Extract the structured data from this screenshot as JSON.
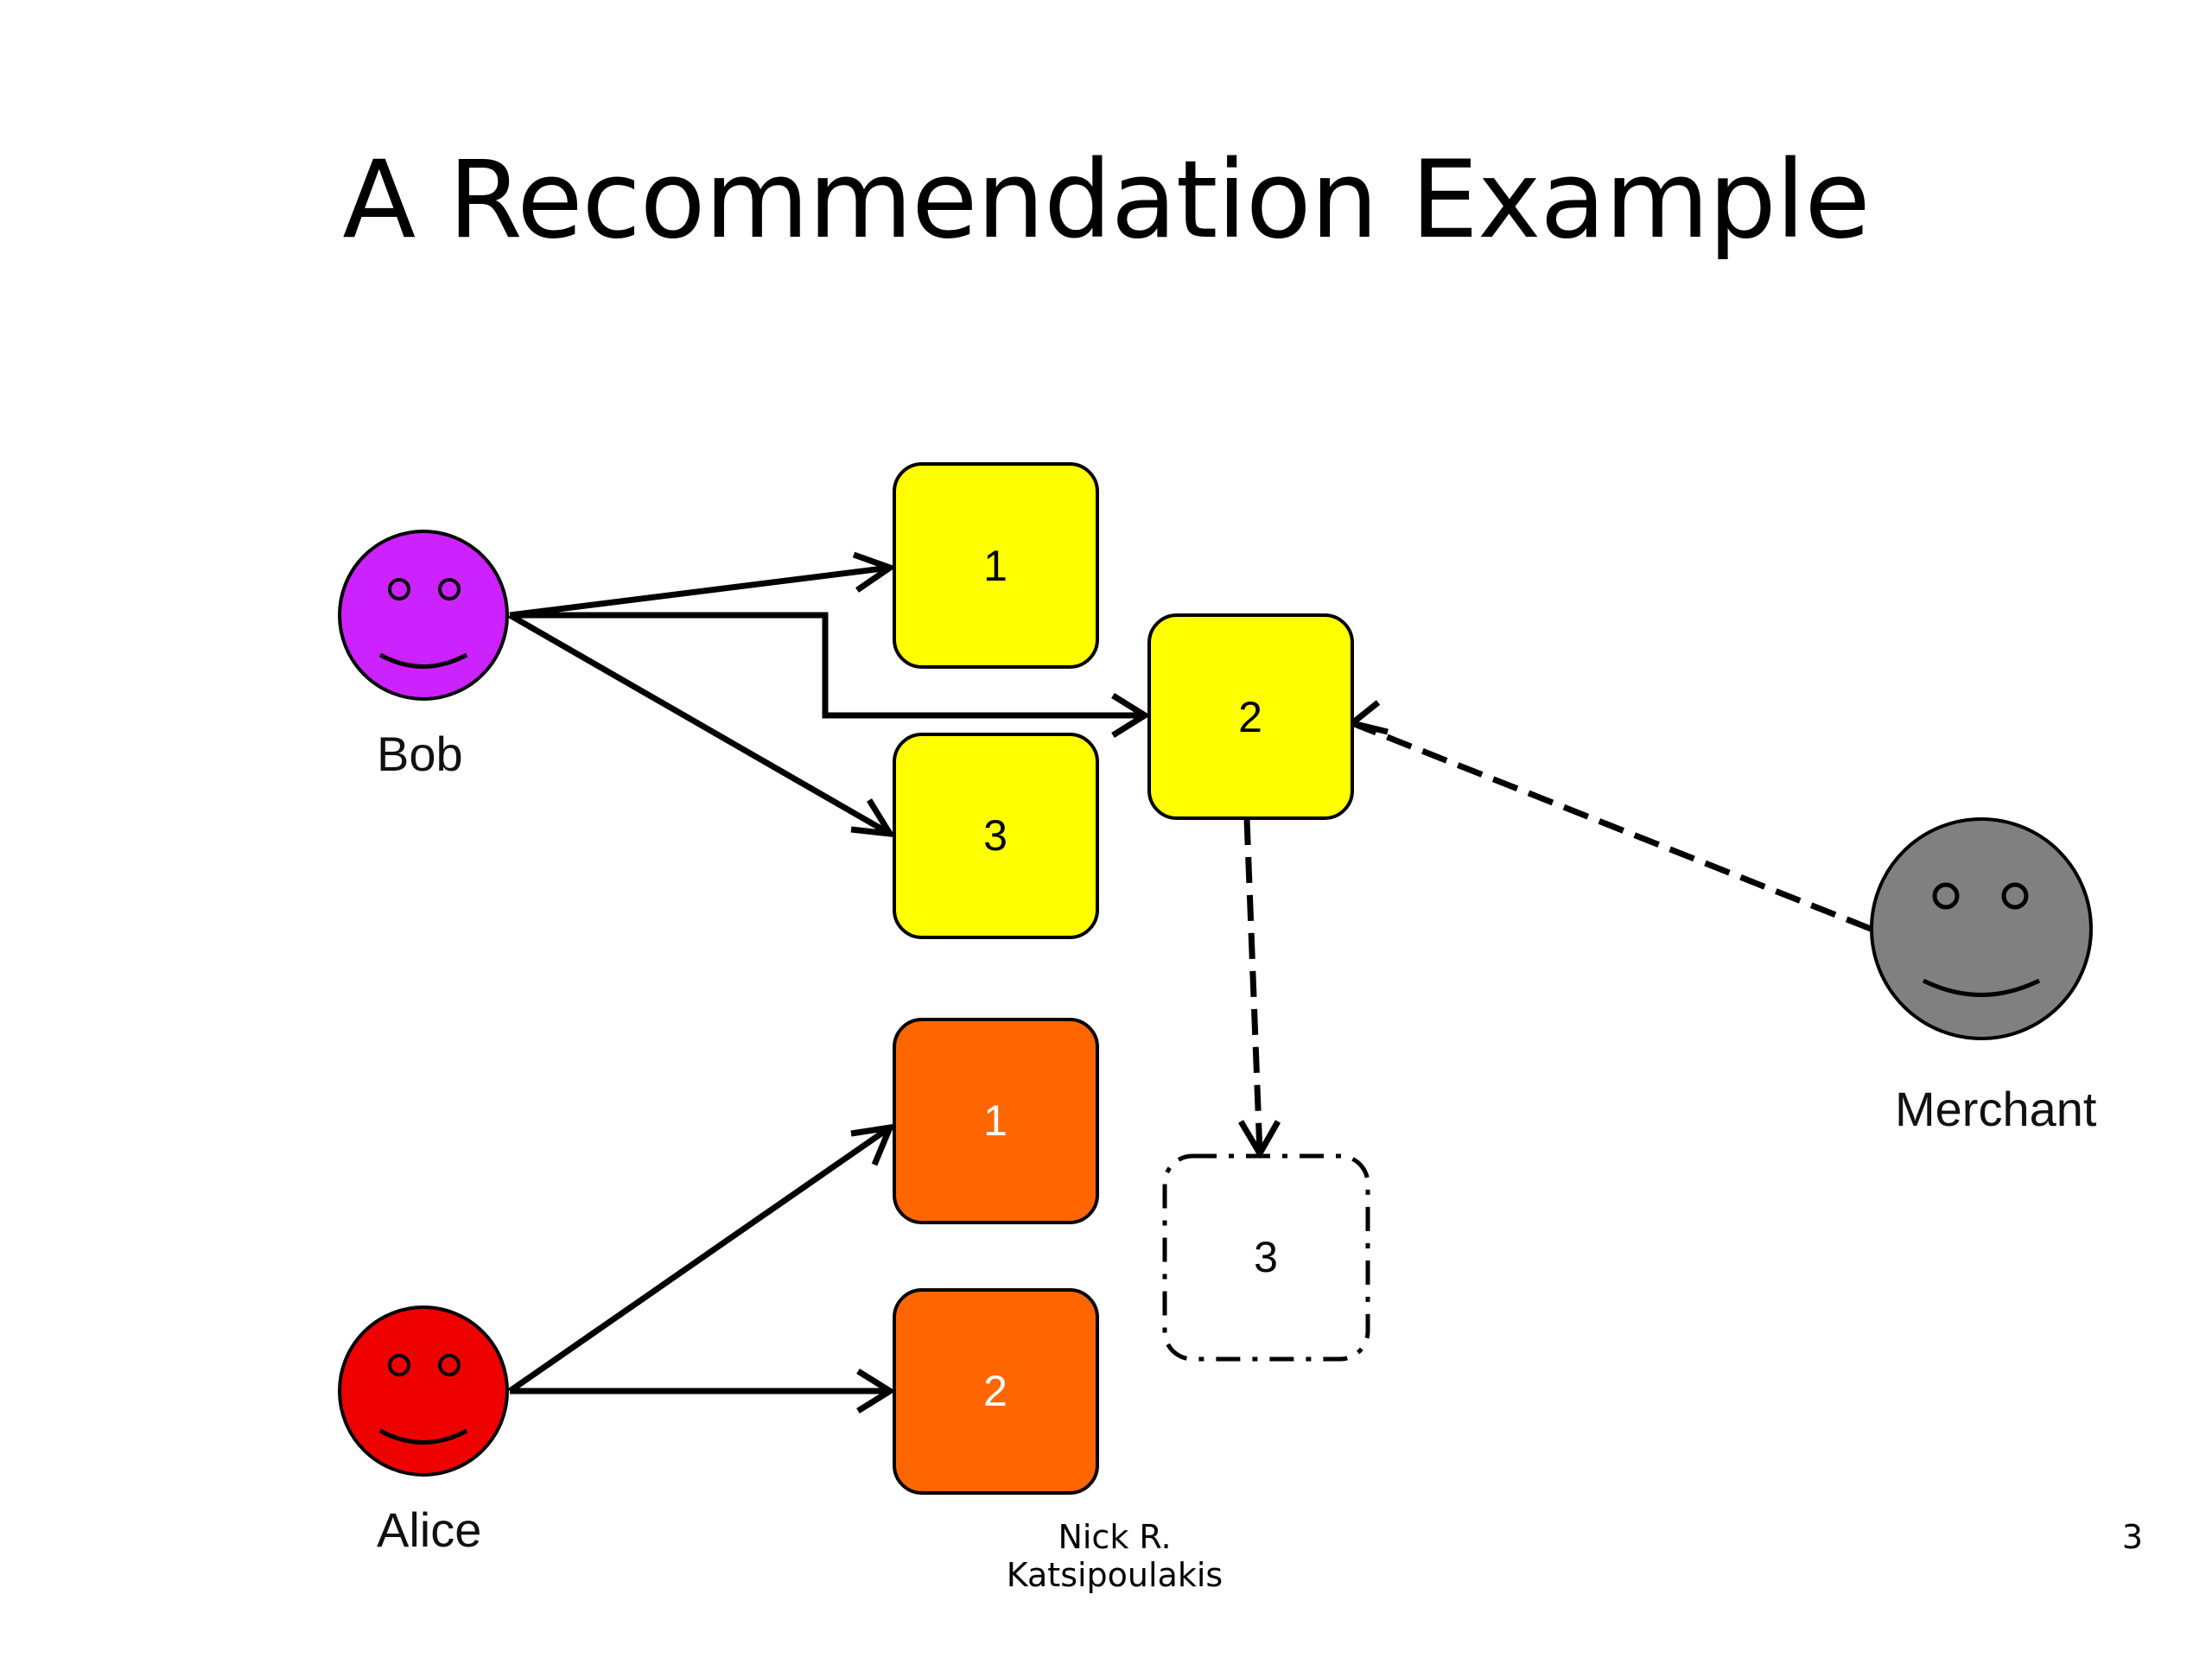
{
  "slide": {
    "title": "A Recommendation Example",
    "author": "Nick R. Katsipoulakis",
    "page_number": "3"
  },
  "people": {
    "bob": {
      "name": "Bob",
      "color": "#CC22FF"
    },
    "alice": {
      "name": "Alice",
      "color": "#EE0000"
    },
    "merchant": {
      "name": "Merchant",
      "color": "#808080"
    }
  },
  "items": {
    "bob_item_1": {
      "label": "1",
      "color": "#FFFF00"
    },
    "bob_item_2": {
      "label": "2",
      "color": "#FFFF00"
    },
    "bob_item_3": {
      "label": "3",
      "color": "#FFFF00"
    },
    "alice_item_1": {
      "label": "1",
      "color": "#FF6600"
    },
    "alice_item_2": {
      "label": "2",
      "color": "#FF6600"
    },
    "recommended_item_3": {
      "label": "3",
      "style": "dashed"
    }
  }
}
